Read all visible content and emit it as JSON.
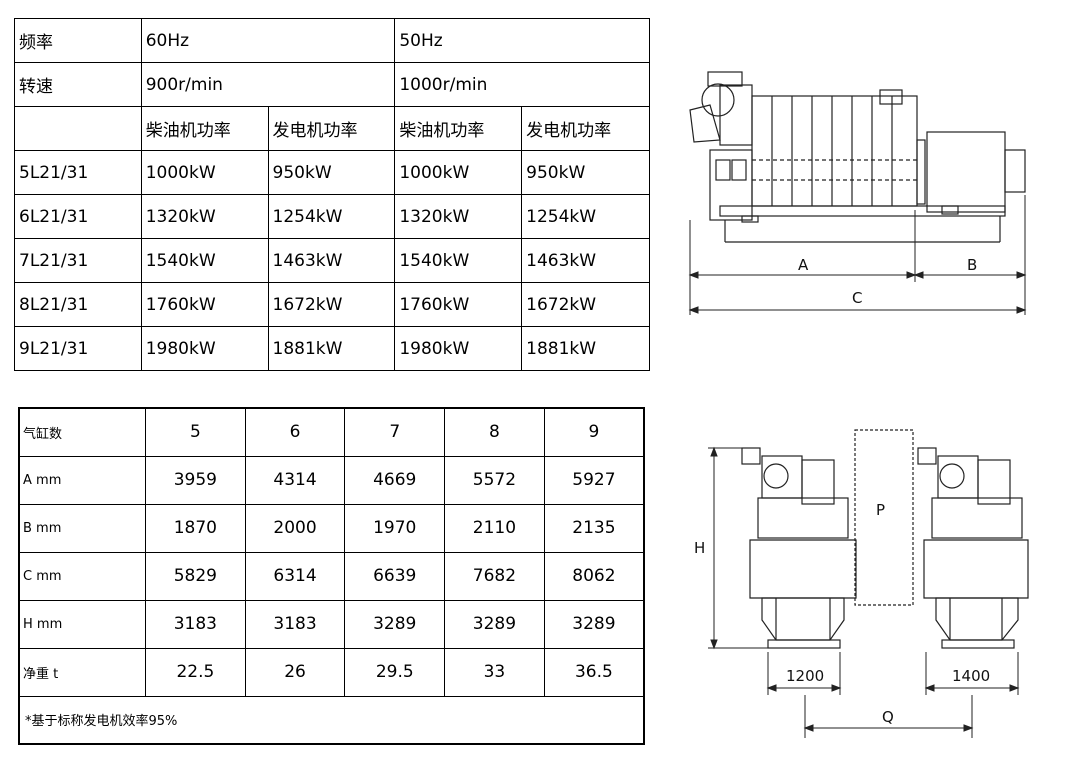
{
  "power_table": {
    "freq_label": "频率",
    "freq_60": "60Hz",
    "freq_50": "50Hz",
    "speed_label": "转速",
    "speed_60": "900r/min",
    "speed_50": "1000r/min",
    "col_engine_power": "柴油机功率",
    "col_gen_power": "发电机功率",
    "rows": [
      {
        "model": "5L21/31",
        "e60": "1000kW",
        "g60": "950kW",
        "e50": "1000kW",
        "g50": "950kW"
      },
      {
        "model": "6L21/31",
        "e60": "1320kW",
        "g60": "1254kW",
        "e50": "1320kW",
        "g50": "1254kW"
      },
      {
        "model": "7L21/31",
        "e60": "1540kW",
        "g60": "1463kW",
        "e50": "1540kW",
        "g50": "1463kW"
      },
      {
        "model": "8L21/31",
        "e60": "1760kW",
        "g60": "1672kW",
        "e50": "1760kW",
        "g50": "1672kW"
      },
      {
        "model": "9L21/31",
        "e60": "1980kW",
        "g60": "1881kW",
        "e50": "1980kW",
        "g50": "1881kW"
      }
    ]
  },
  "dim_table": {
    "header_label": "气缸数",
    "cylinders": [
      "5",
      "6",
      "7",
      "8",
      "9"
    ],
    "rows": [
      {
        "label": "A mm",
        "values": [
          "3959",
          "4314",
          "4669",
          "5572",
          "5927"
        ]
      },
      {
        "label": "B mm",
        "values": [
          "1870",
          "2000",
          "1970",
          "2110",
          "2135"
        ]
      },
      {
        "label": "C mm",
        "values": [
          "5829",
          "6314",
          "6639",
          "7682",
          "8062"
        ]
      },
      {
        "label": "H mm",
        "values": [
          "3183",
          "3183",
          "3289",
          "3289",
          "3289"
        ]
      },
      {
        "label": "净重 t",
        "values": [
          "22.5",
          "26",
          "29.5",
          "33",
          "36.5"
        ]
      }
    ],
    "note": "*基于标称发电机效率95%"
  },
  "side_view": {
    "dim_a": "A",
    "dim_b": "B",
    "dim_c": "C"
  },
  "front_view": {
    "dim_h": "H",
    "dim_p": "P",
    "dim_1200": "1200",
    "dim_1400": "1400",
    "dim_q": "Q"
  }
}
